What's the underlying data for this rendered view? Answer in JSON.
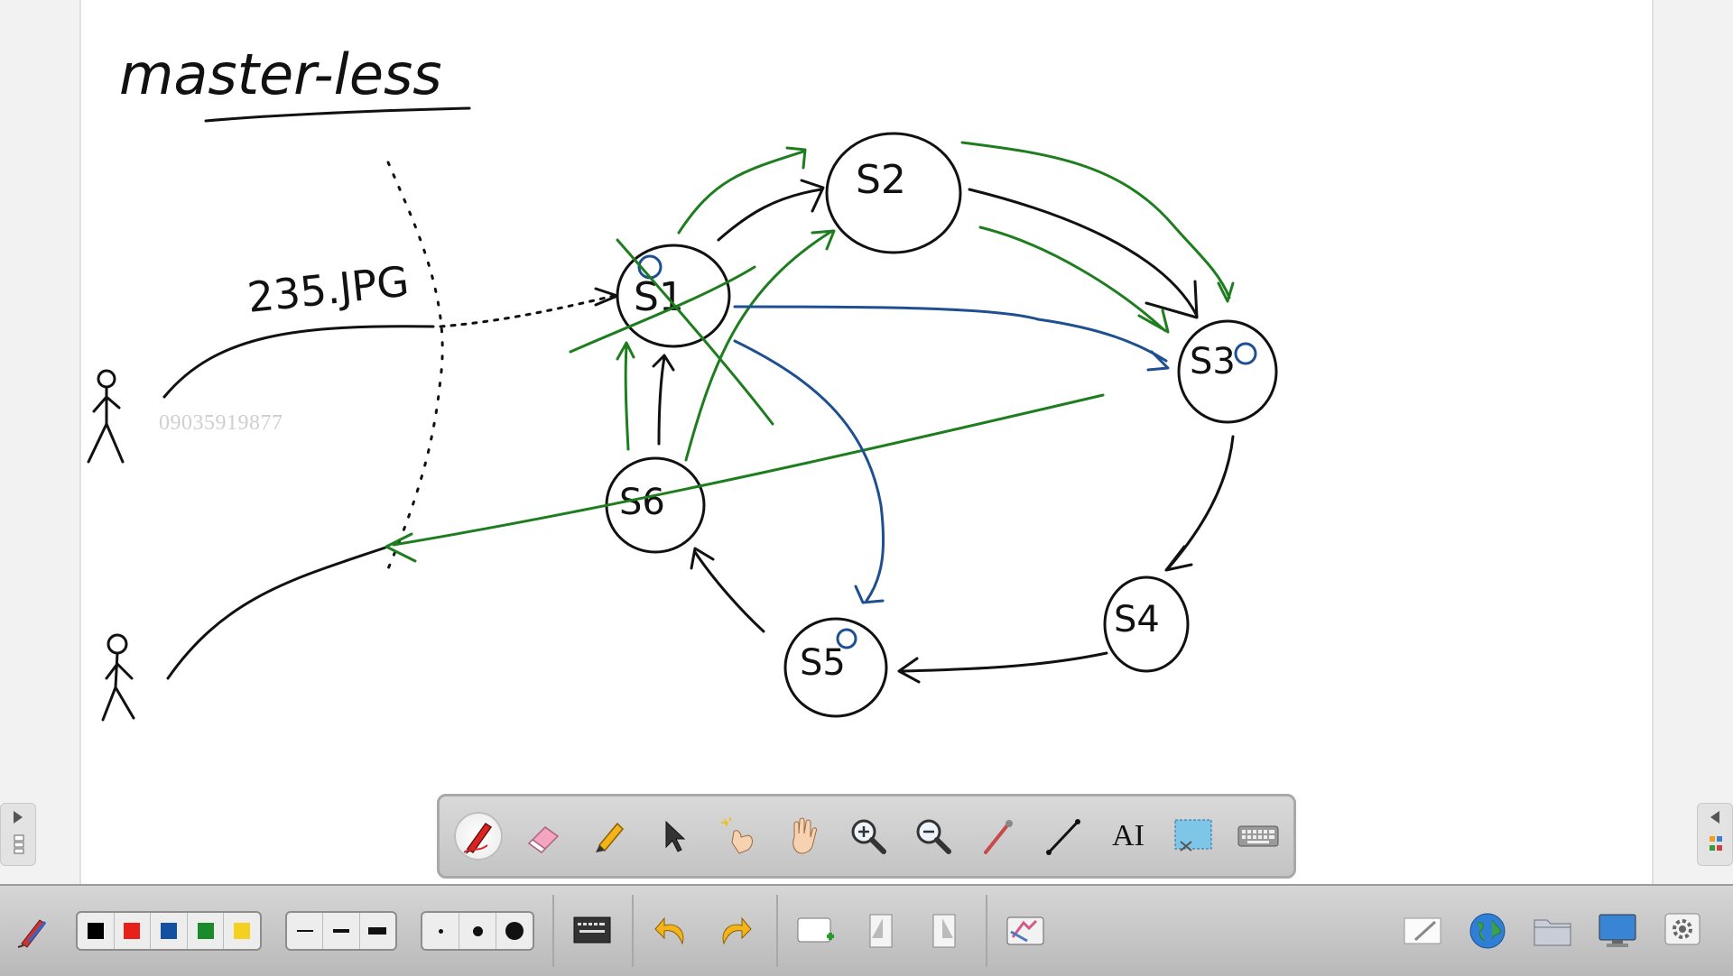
{
  "board": {
    "title": "master-less",
    "file_label": "235.JPG",
    "watermark": "09035919877",
    "servers": [
      {
        "id": "s1",
        "label": "S1"
      },
      {
        "id": "s2",
        "label": "S2"
      },
      {
        "id": "s3",
        "label": "S3"
      },
      {
        "id": "s4",
        "label": "S4"
      },
      {
        "id": "s5",
        "label": "S5"
      },
      {
        "id": "s6",
        "label": "S6"
      }
    ],
    "ink_colors": {
      "black": "#111111",
      "green": "#1e7d1e",
      "blue": "#1d4f91"
    }
  },
  "floating_toolbar": {
    "tools": [
      "pen-icon",
      "eraser-icon",
      "highlighter-icon",
      "select-arrow-icon",
      "magic-pointer-icon",
      "pan-hand-icon",
      "zoom-in-icon",
      "zoom-out-icon",
      "laser-pointer-icon",
      "line-icon",
      "text-icon",
      "screen-capture-icon",
      "keyboard-icon"
    ],
    "text_tool_label": "AI",
    "active_tool": "pen-icon"
  },
  "bottom_bar": {
    "colors": [
      "#000000",
      "#e8201a",
      "#1450a0",
      "#1a8a2a",
      "#f4d020"
    ],
    "line_widths": [
      "thin",
      "medium",
      "thick"
    ],
    "dot_sizes": [
      "small",
      "medium",
      "large"
    ],
    "buttons": [
      "pen-settings-icon",
      "screen-shade-icon",
      "undo-icon",
      "redo-icon",
      "add-page-icon",
      "previous-page-icon",
      "next-page-icon",
      "gallery-icon",
      "whiteboard-icon",
      "browser-icon",
      "folder-icon",
      "display-icon",
      "settings-icon"
    ]
  }
}
